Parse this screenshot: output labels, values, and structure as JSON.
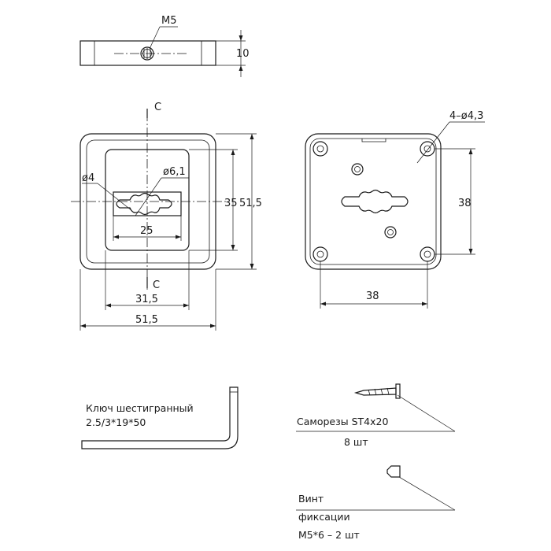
{
  "drawing": {
    "top_view": {
      "thread_label": "M5",
      "height_label": "10"
    },
    "front_plate": {
      "section_mark_top": "C",
      "section_mark_bottom": "C",
      "hole_label": "ø4",
      "slot_hole_label": "ø6,1",
      "slot_width_label": "25",
      "inner_height_label": "35",
      "outer_height_label": "51,5",
      "inner_width_label": "31,5",
      "outer_width_label": "51,5"
    },
    "back_plate": {
      "holes_label": "4–ø4,3",
      "hole_spacing_v_label": "38",
      "hole_spacing_h_label": "38"
    },
    "parts": {
      "hex_key_line1": "Ключ шестигранный",
      "hex_key_line2": "2.5/3*19*50",
      "screws_label": "Саморезы ST4x20",
      "screws_qty": "8 шт",
      "set_screw_line1": "Винт",
      "set_screw_line2": "фиксации",
      "set_screw_line3": "M5*6 – 2 шт"
    }
  }
}
